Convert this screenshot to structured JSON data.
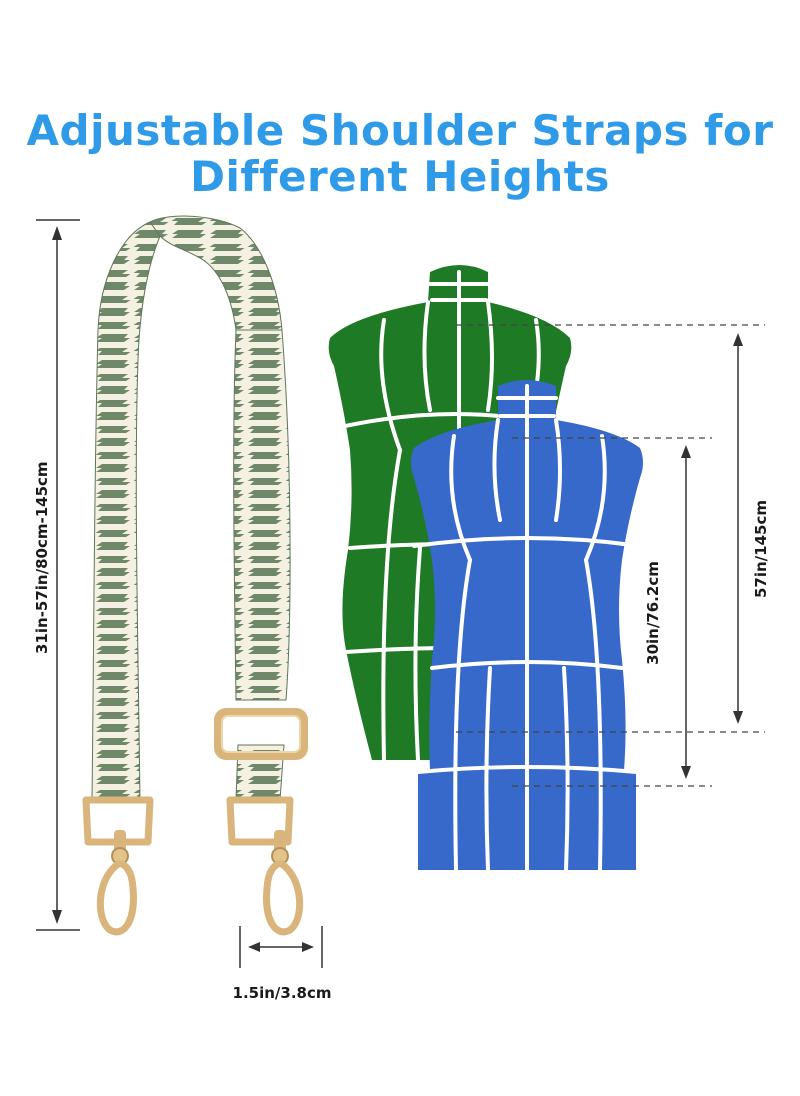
{
  "heading": {
    "line1": "Adjustable Shoulder Straps for",
    "line2": "Different Heights",
    "color": "#2e9ae8"
  },
  "measurements": {
    "strap_length": "31in-57in/80cm-145cm",
    "strap_width": "1.5in/3.8cm",
    "tall_figure": "57in/145cm",
    "short_figure": "30in/76.2cm"
  },
  "colors": {
    "strap_green": "#6f8869",
    "strap_cream": "#f4f0e2",
    "hardware_gold": "#d9b57b",
    "tall_mannequin": "#1f7a25",
    "short_mannequin": "#3669c9",
    "seam": "#ffffff"
  }
}
